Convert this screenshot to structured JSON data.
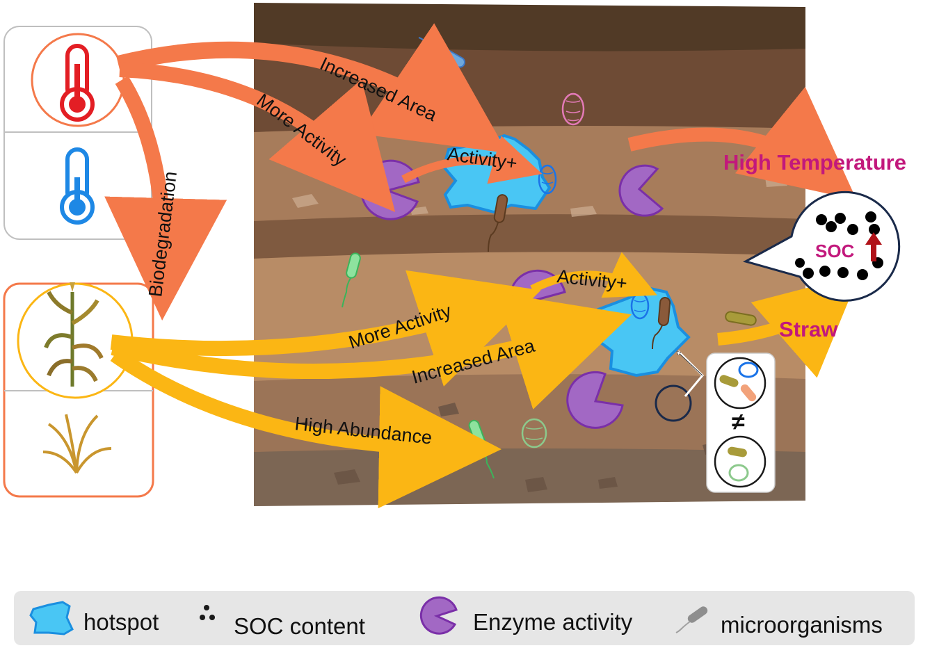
{
  "colors": {
    "heat_arrow": "#F4794A",
    "straw_arrow": "#FBB614",
    "hotspot": "#49C6F4",
    "hotspot_edge": "#1A8FE0",
    "enzyme": "#A268C4",
    "enzyme_edge": "#7A2FA8",
    "high_temp_label": "#C2187C",
    "soc_arrow": "#B01218",
    "soil_dark": "#513A26",
    "soil_mid": "#6E4B35",
    "soil_light": "#A77C5B",
    "soil_tan": "#B88C66",
    "soil_bottom": "#7C6654"
  },
  "icons": {
    "warm": "thermometer-red-icon",
    "cold": "thermometer-blue-icon",
    "straw_plant": "corn-plant-icon",
    "no_straw": "withered-grass-icon"
  },
  "labels": {
    "heat_area": "Increased Area",
    "heat_activity": "More Activity",
    "heat_hotspot_activity": "Activity+",
    "biodegradation": "Biodegradation",
    "straw_activity": "More Activity",
    "straw_area": "Increased Area",
    "straw_abundance": "High Abundance",
    "straw_hotspot_activity": "Activity+",
    "high_temperature": "High Temperature",
    "straw": "Straw",
    "soc": "SOC",
    "not_equal": "≠"
  },
  "legend": {
    "items": [
      {
        "label": "hotspot",
        "icon": "hotspot-icon"
      },
      {
        "label": "SOC content",
        "icon": "soc-dots-icon"
      },
      {
        "label": "Enzyme activity",
        "icon": "enzyme-icon"
      },
      {
        "label": "microorganisms",
        "icon": "microorganism-icon"
      }
    ]
  }
}
